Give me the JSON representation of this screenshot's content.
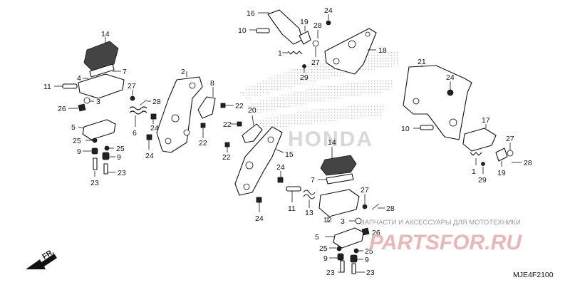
{
  "diagram": {
    "code": "MJE4F2100",
    "direction_label": "FR.",
    "callouts": {
      "c1": "1",
      "c2": "2",
      "c3": "3",
      "c4": "4",
      "c5": "5",
      "c6": "6",
      "c7": "7",
      "c8": "8",
      "c9": "9",
      "c10": "10",
      "c11": "11",
      "c12": "12",
      "c13": "13",
      "c14": "14",
      "c15": "15",
      "c16": "16",
      "c17": "17",
      "c18": "18",
      "c19": "19",
      "c20": "20",
      "c21": "21",
      "c22": "22",
      "c23": "23",
      "c24": "24",
      "c25": "25",
      "c26": "26",
      "c27": "27",
      "c28": "28",
      "c29": "29"
    }
  },
  "watermark": {
    "brand": "HONDA",
    "caption": "ЗАПЧАСТИ И АКСЕССУАРЫ ДЛЯ МОТОТЕХНИКИ",
    "logo_text": "PARTSFOR.RU"
  }
}
